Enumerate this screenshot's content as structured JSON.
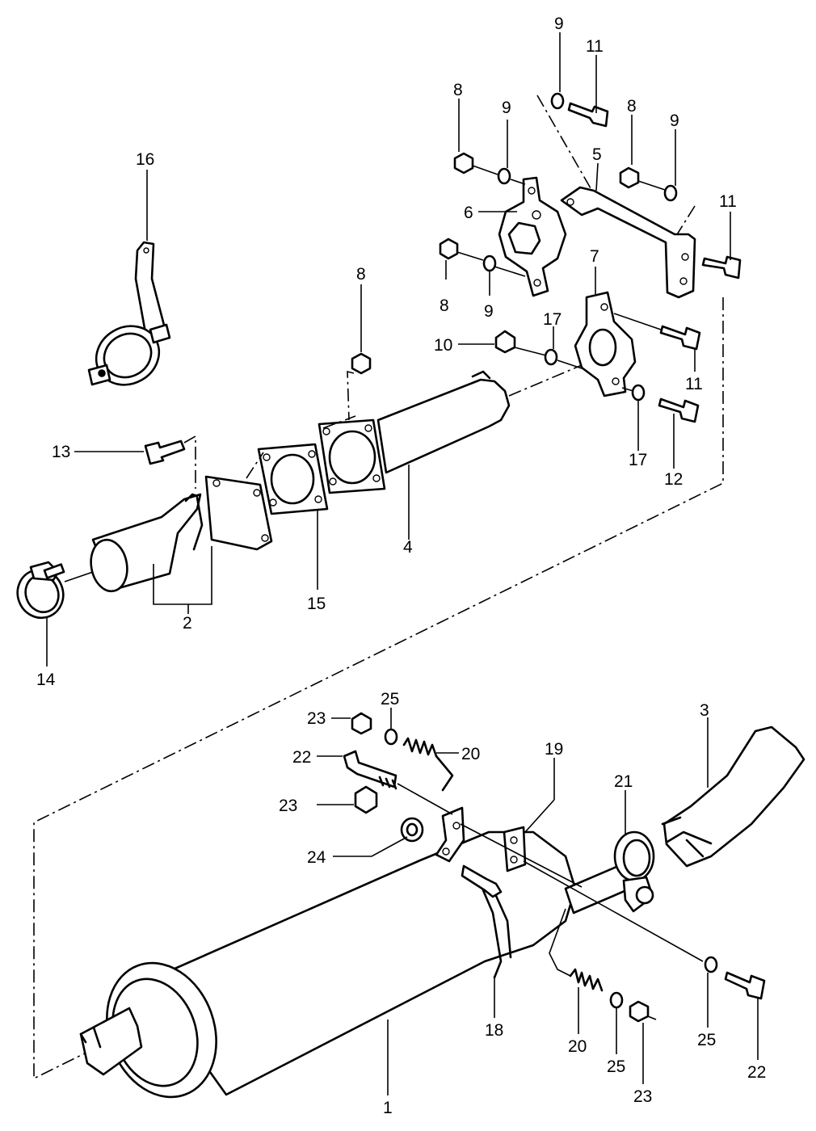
{
  "callouts": {
    "c1": "1",
    "c2": "2",
    "c3": "3",
    "c4": "4",
    "c5": "5",
    "c6": "6",
    "c7": "7",
    "c8a": "8",
    "c8b": "8",
    "c8c": "8",
    "c8d": "8",
    "c9a": "9",
    "c9b": "9",
    "c9c": "9",
    "c9d": "9",
    "c10": "10",
    "c11a": "11",
    "c11b": "11",
    "c11c": "11",
    "c12": "12",
    "c13": "13",
    "c14": "14",
    "c15": "15",
    "c16": "16",
    "c17a": "17",
    "c17b": "17",
    "c18": "18",
    "c19": "19",
    "c20a": "20",
    "c20b": "20",
    "c21": "21",
    "c22a": "22",
    "c22b": "22",
    "c23a": "23",
    "c23b": "23",
    "c23c": "23",
    "c24": "24",
    "c25a": "25",
    "c25b": "25",
    "c25c": "25"
  }
}
